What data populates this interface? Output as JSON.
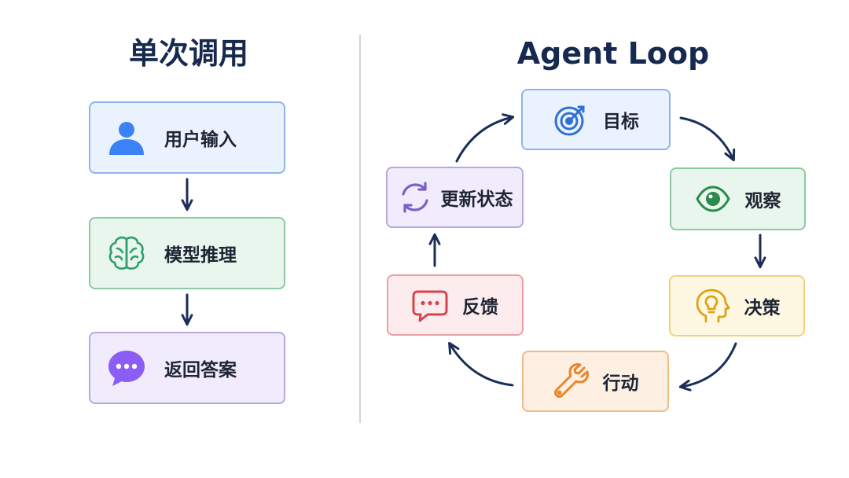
{
  "left_section": {
    "title": "单次调用",
    "steps": [
      {
        "label": "用户输入",
        "icon": "user-icon",
        "color": "#3b82f6"
      },
      {
        "label": "模型推理",
        "icon": "brain-icon",
        "color": "#2f9e68"
      },
      {
        "label": "返回答案",
        "icon": "chat-bubble-icon",
        "color": "#8b5cf6"
      }
    ]
  },
  "right_section": {
    "title": "Agent Loop",
    "loop": [
      {
        "label": "目标",
        "icon": "target-icon",
        "color": "#2f6fd6"
      },
      {
        "label": "观察",
        "icon": "eye-icon",
        "color": "#2a8b4c"
      },
      {
        "label": "决策",
        "icon": "head-lightbulb-icon",
        "color": "#e0a215"
      },
      {
        "label": "行动",
        "icon": "wrench-icon",
        "color": "#e8862a"
      },
      {
        "label": "反馈",
        "icon": "message-icon",
        "color": "#d9434f"
      },
      {
        "label": "更新状态",
        "icon": "refresh-icon",
        "color": "#7b61c6"
      }
    ]
  },
  "arrow_color": "#1b2e57",
  "divider_color": "#cfd5de"
}
